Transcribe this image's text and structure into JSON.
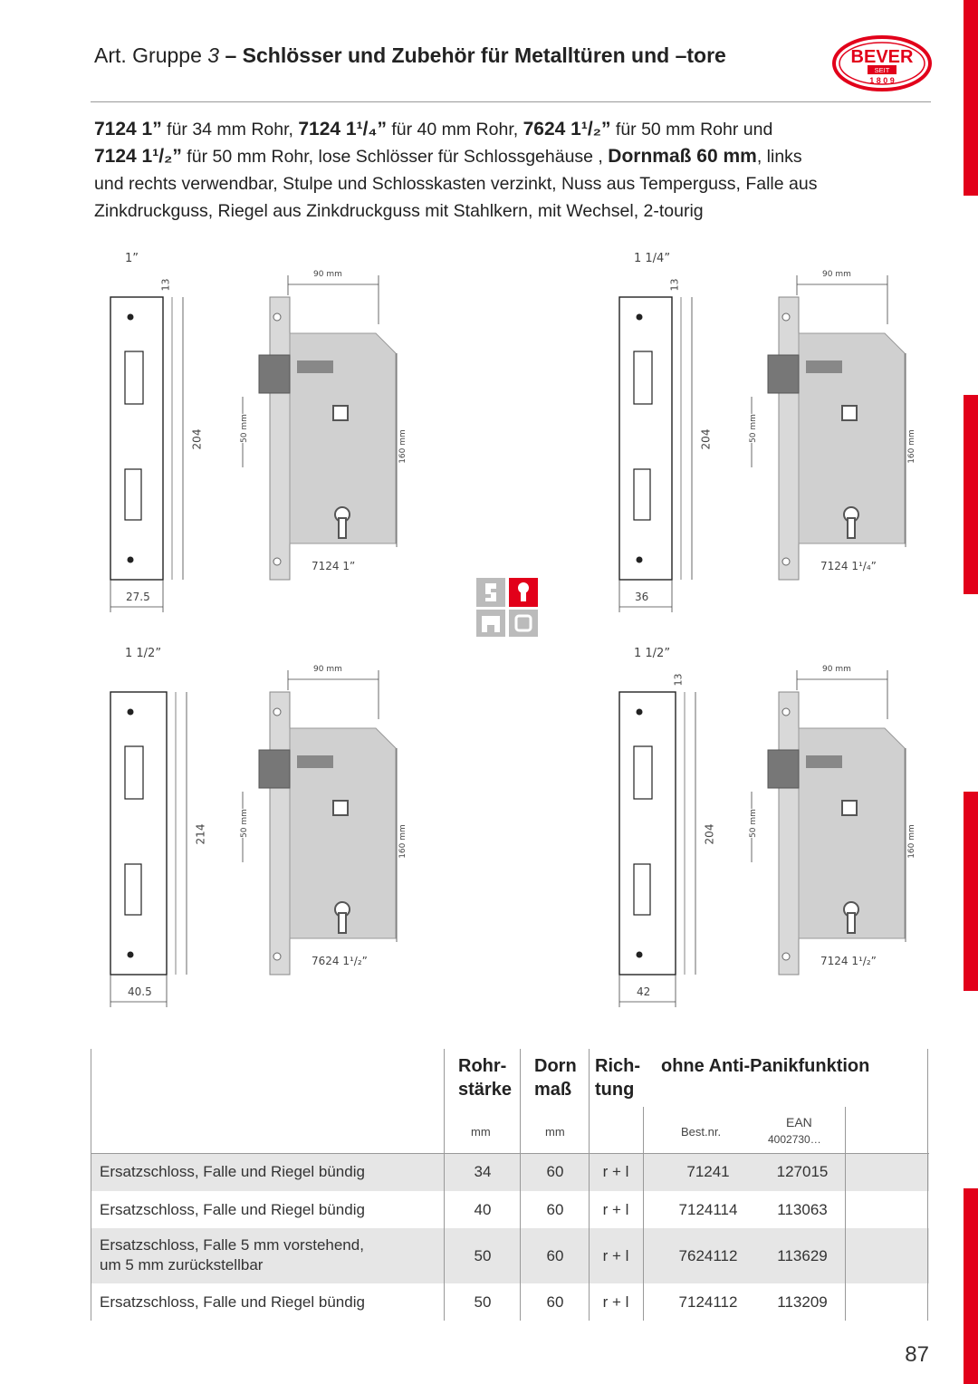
{
  "header": {
    "group_prefix": "Art. Gruppe",
    "group_number": "3",
    "title": "– Schlösser und Zubehör für Metalltüren und –tore"
  },
  "logo": {
    "brand": "BEVER",
    "seit": "SEIT",
    "year": "1 8 0 9",
    "color": "#e2001a"
  },
  "intro": {
    "p1_a": "7124 1”",
    "p1_b": " für 34 mm Rohr, ",
    "p1_c": "7124 1¹/₄”",
    "p1_d": " für 40 mm Rohr, ",
    "p1_e": "7624 1¹/₂”",
    "p1_f": " für 50 mm Rohr und",
    "p2_a": "7124 1¹/₂”",
    "p2_b": " für 50 mm Rohr, lose Schlösser für Schlossgehäuse , ",
    "p2_c": "Dornmaß 60 mm",
    "p2_d": ", links",
    "p3": "und rechts verwendbar, Stulpe und Schlosskasten verzinkt, Nuss aus Temperguss, Falle aus",
    "p4": "Zinkdruckguss, Riegel aus Zinkdruckguss mit Stahlkern, mit Wechsel, 2-tourig"
  },
  "drawings": [
    {
      "size": "1”",
      "lock_label": "7124 1”",
      "width": "27.5",
      "height": "204",
      "offset": "13",
      "dim_90": "90 mm",
      "dim_50": "50 mm",
      "dim_160": "160 mm"
    },
    {
      "size": "1 1/4”",
      "lock_label": "7124 1¹/₄”",
      "width": "36",
      "height": "204",
      "offset": "13",
      "dim_90": "90 mm",
      "dim_50": "50 mm",
      "dim_160": "160 mm"
    },
    {
      "size": "1 1/2”",
      "lock_label": "7624 1¹/₂”",
      "width": "40.5",
      "height": "214",
      "offset": "",
      "dim_90": "90 mm",
      "dim_50": "50 mm",
      "dim_160": "160 mm"
    },
    {
      "size": "1 1/2”",
      "lock_label": "7124 1¹/₂”",
      "width": "42",
      "height": "204",
      "offset": "13",
      "dim_90": "90 mm",
      "dim_50": "50 mm",
      "dim_160": "160 mm"
    }
  ],
  "table": {
    "headers": {
      "rohr": "Rohr-",
      "staerke": "stärke",
      "dorn": "Dorn",
      "mass": "maß",
      "rich": "Rich-",
      "tung": "tung",
      "ohne": "ohne Anti-Panikfunktion"
    },
    "units": {
      "mm1": "mm",
      "mm2": "mm",
      "bestnr": "Best.nr.",
      "ean": "EAN",
      "ean_prefix": "4002730…"
    },
    "rows": [
      {
        "desc1": "Ersatzschloss, Falle und Riegel bündig",
        "desc2": "",
        "rohr": "34",
        "dorn": "60",
        "richtung": "r + l",
        "bestnr": "71241",
        "ean": "127015"
      },
      {
        "desc1": "Ersatzschloss, Falle und Riegel bündig",
        "desc2": "",
        "rohr": "40",
        "dorn": "60",
        "richtung": "r + l",
        "bestnr": "7124114",
        "ean": "113063"
      },
      {
        "desc1": "Ersatzschloss, Falle 5 mm vorstehend,",
        "desc2": "um 5 mm zurückstellbar",
        "rohr": "50",
        "dorn": "60",
        "richtung": "r + l",
        "bestnr": "7624112",
        "ean": "113629"
      },
      {
        "desc1": "Ersatzschloss, Falle und Riegel bündig",
        "desc2": "",
        "rohr": "50",
        "dorn": "60",
        "richtung": "r + l",
        "bestnr": "7124112",
        "ean": "113209"
      }
    ]
  },
  "page_number": "87"
}
